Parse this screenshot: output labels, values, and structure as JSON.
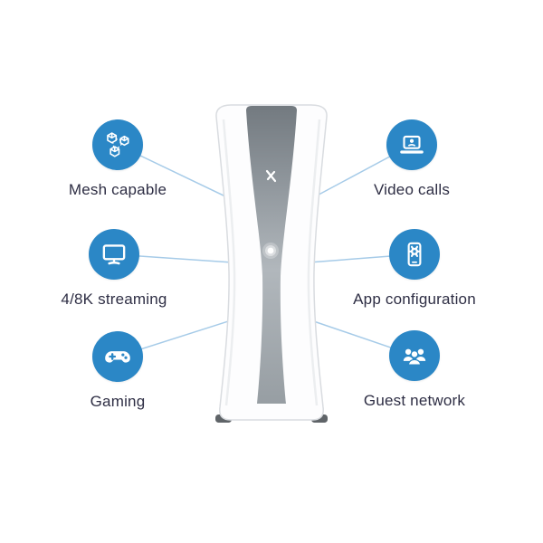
{
  "diagram": {
    "kind": "product-feature-diagram",
    "device": {
      "name": "wifi-router",
      "logo_icon": "x-brand-logo",
      "led": "status-led"
    },
    "features": [
      {
        "label": "Mesh capable",
        "icon": "mesh-nodes-icon",
        "side": "left"
      },
      {
        "label": "Video calls",
        "icon": "laptop-icon",
        "side": "right"
      },
      {
        "label": "4/8K streaming",
        "icon": "monitor-icon",
        "side": "left"
      },
      {
        "label": "App configuration",
        "icon": "phone-gear-icon",
        "side": "right"
      },
      {
        "label": "Gaming",
        "icon": "gamepad-icon",
        "side": "left"
      },
      {
        "label": "Guest network",
        "icon": "people-group-icon",
        "side": "right"
      }
    ],
    "colors": {
      "accent": "#2b87c6",
      "connector": "#a6cbe8",
      "text": "#2e2e44"
    }
  }
}
